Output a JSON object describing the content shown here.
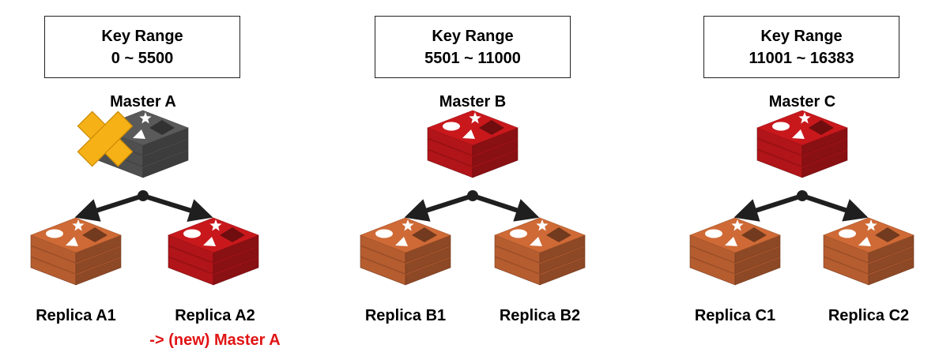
{
  "colors": {
    "failed_master": "#5a5a5a",
    "active_master": "#c9181c",
    "replica": "#cf6a36",
    "promoted_replica": "#c9181c",
    "failure_cross": "#f6b116",
    "arrow": "#1f1f1f",
    "promotion_note": "#e11414"
  },
  "shards": [
    {
      "key_range_title": "Key Range",
      "key_range_value": "0 ~ 5500",
      "master_label": "Master A",
      "master_state": "failed",
      "replicas": [
        {
          "label": "Replica A1",
          "role": "replica"
        },
        {
          "label": "Replica A2",
          "role": "promoted",
          "note": "-> (new) Master A"
        }
      ]
    },
    {
      "key_range_title": "Key Range",
      "key_range_value": "5501 ~ 11000",
      "master_label": "Master B",
      "master_state": "active",
      "replicas": [
        {
          "label": "Replica B1",
          "role": "replica"
        },
        {
          "label": "Replica B2",
          "role": "replica"
        }
      ]
    },
    {
      "key_range_title": "Key Range",
      "key_range_value": "11001 ~ 16383",
      "master_label": "Master C",
      "master_state": "active",
      "replicas": [
        {
          "label": "Replica C1",
          "role": "replica"
        },
        {
          "label": "Replica C2",
          "role": "replica"
        }
      ]
    }
  ]
}
